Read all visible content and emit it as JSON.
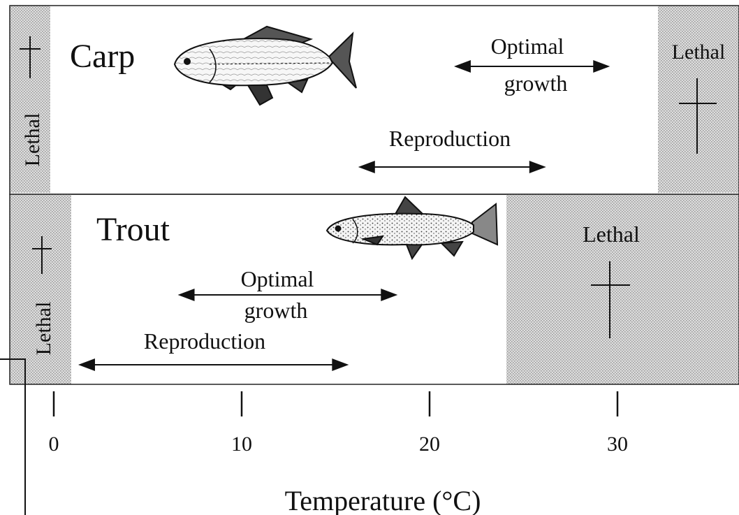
{
  "panels": {
    "carp": {
      "name": "Carp",
      "lethal_low": "Lethal",
      "lethal_high": "Lethal",
      "optimal_line1": "Optimal",
      "optimal_line2": "growth",
      "reproduction": "Reproduction",
      "optimal_range": [
        21.3,
        29.6
      ],
      "reproduction_range": [
        16.2,
        26.2
      ],
      "lethal_low_below": -0.2,
      "lethal_high_above": 32.4
    },
    "trout": {
      "name": "Trout",
      "lethal_low": "Lethal",
      "lethal_high": "Lethal",
      "optimal_line1": "Optimal",
      "optimal_line2": "growth",
      "reproduction": "Reproduction",
      "optimal_range": [
        6.6,
        18.3
      ],
      "reproduction_range": [
        1.3,
        15.7
      ],
      "lethal_low_below": 0.9,
      "lethal_high_above": 24.2
    }
  },
  "axis": {
    "title": "Temperature (°C)",
    "ticks": [
      "0",
      "10",
      "20",
      "30"
    ],
    "tick_values": [
      0,
      10,
      20,
      30
    ]
  },
  "colors": {
    "lethal_fill": "#d2d2d2",
    "line": "#111111"
  }
}
